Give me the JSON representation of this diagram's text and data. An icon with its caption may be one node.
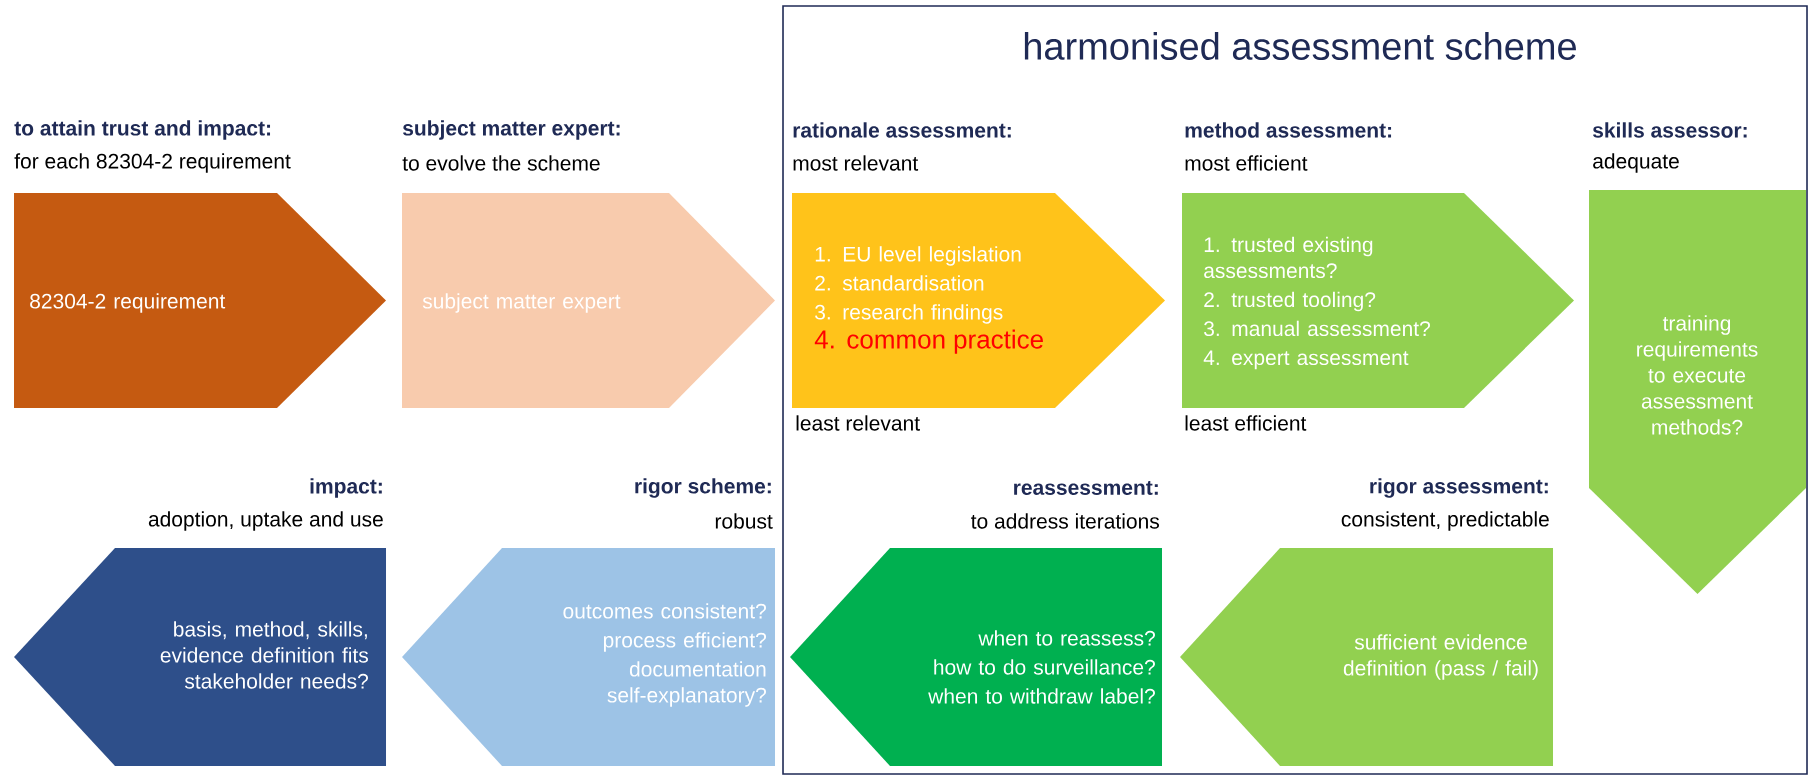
{
  "diagram": {
    "nodes": [
      {
        "text": [
          "harmonised assessment scheme"
        ]
      },
      {
        "text": [
          "to attain trust and impact:",
          "for each 82304-2 requirement",
          "82304-2 requirement"
        ]
      },
      {
        "text": [
          "subject matter expert:",
          "to evolve the scheme",
          "subject matter expert"
        ]
      },
      {
        "text": [
          "rationale assessment:",
          "most relevant",
          "1. EU level legislation",
          "2. standardisation",
          "3. research findings",
          "4. common practice"
        ],
        "beside": [
          "least relevant"
        ],
        "in": 0
      },
      {
        "text": [
          "method assessment:",
          "most efficient",
          "1. trusted existing assessments?",
          "2. trusted tooling?",
          "3. manual assessment?",
          "4. expert assessment"
        ],
        "beside": [
          "least efficient"
        ],
        "in": 0
      },
      {
        "text": [
          "skills assessor:",
          "adequate",
          "training requirements to execute assessment methods?"
        ],
        "in": 0
      },
      {
        "text": [
          "rigor assessment:",
          "consistent, predictable",
          "sufficient evidence definition (pass / fail)"
        ],
        "in": 0
      },
      {
        "text": [
          "reassessment:",
          "to address iterations",
          "when to reassess?",
          "how to do surveillance?",
          "when to withdraw label?"
        ],
        "in": 0
      },
      {
        "text": [
          "rigor scheme:",
          "robust",
          "outcomes consistent?",
          "process efficient?",
          "documentation self-explanatory?"
        ]
      },
      {
        "text": [
          "impact:",
          "adoption, uptake and use",
          "basis, method, skills, evidence definition fits stakeholder needs?"
        ]
      }
    ]
  }
}
